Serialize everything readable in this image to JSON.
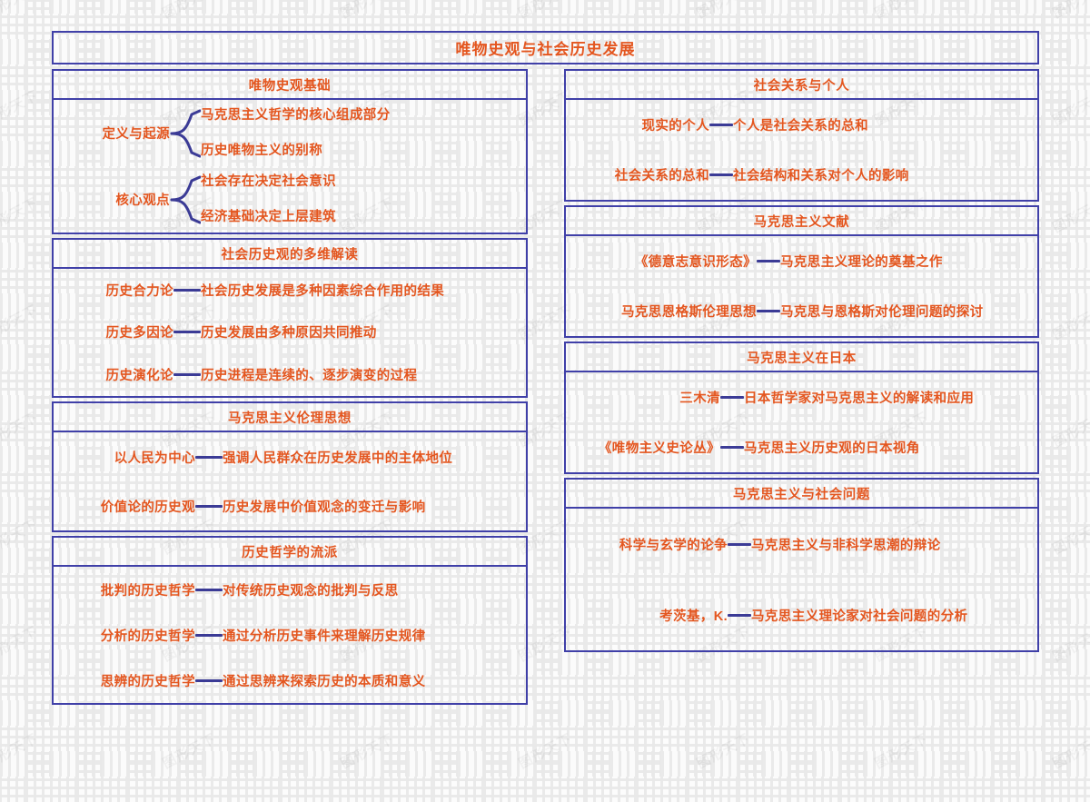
{
  "title": "唯物史观与社会历史发展",
  "watermark": "图形天下",
  "colors": {
    "text": "#e4561f",
    "border": "#4040a8",
    "connector": "#3b3b96",
    "background": "#fcfcfc"
  },
  "left_column": [
    {
      "heading": "唯物史观基础",
      "layout": "fork",
      "groups": [
        {
          "label": "定义与起源",
          "children": [
            "马克思主义哲学的核心组成部分",
            "历史唯物主义的别称"
          ]
        },
        {
          "label": "核心观点",
          "children": [
            "社会存在决定社会意识",
            "经济基础决定上层建筑"
          ]
        }
      ]
    },
    {
      "heading": "社会历史观的多维解读",
      "layout": "rows",
      "rows": [
        {
          "label": "历史合力论",
          "desc": "社会历史发展是多种因素综合作用的结果"
        },
        {
          "label": "历史多因论",
          "desc": "历史发展由多种原因共同推动"
        },
        {
          "label": "历史演化论",
          "desc": "历史进程是连续的、逐步演变的过程"
        }
      ]
    },
    {
      "heading": "马克思主义伦理思想",
      "layout": "rows",
      "rows": [
        {
          "label": "以人民为中心",
          "desc": "强调人民群众在历史发展中的主体地位"
        },
        {
          "label": "价值论的历史观",
          "desc": "历史发展中价值观念的变迁与影响"
        }
      ]
    },
    {
      "heading": "历史哲学的流派",
      "layout": "rows",
      "rows": [
        {
          "label": "批判的历史哲学",
          "desc": "对传统历史观念的批判与反思"
        },
        {
          "label": "分析的历史哲学",
          "desc": "通过分析历史事件来理解历史规律"
        },
        {
          "label": "思辨的历史哲学",
          "desc": "通过思辨来探索历史的本质和意义"
        }
      ]
    }
  ],
  "right_column": [
    {
      "heading": "社会关系与个人",
      "layout": "rows",
      "rows": [
        {
          "label": "现实的个人",
          "desc": "个人是社会关系的总和"
        },
        {
          "label": "社会关系的总和",
          "desc": "社会结构和关系对个人的影响"
        }
      ]
    },
    {
      "heading": "马克思主义文献",
      "layout": "rows",
      "rows": [
        {
          "label": "《德意志意识形态》",
          "desc": "马克思主义理论的奠基之作"
        },
        {
          "label": "马克思恩格斯伦理思想",
          "desc": "马克思与恩格斯对伦理问题的探讨"
        }
      ]
    },
    {
      "heading": "马克思主义在日本",
      "layout": "rows",
      "rows": [
        {
          "label": "三木清",
          "desc": "日本哲学家对马克思主义的解读和应用"
        },
        {
          "label": "《唯物主义史论丛》",
          "desc": "马克思主义历史观的日本视角"
        }
      ]
    },
    {
      "heading": "马克思主义与社会问题",
      "layout": "rows",
      "rows": [
        {
          "label": "科学与玄学的论争",
          "desc": "马克思主义与非科学思潮的辩论"
        },
        {
          "label": "考茨基，K.",
          "desc": "马克思主义理论家对社会问题的分析"
        }
      ]
    }
  ]
}
